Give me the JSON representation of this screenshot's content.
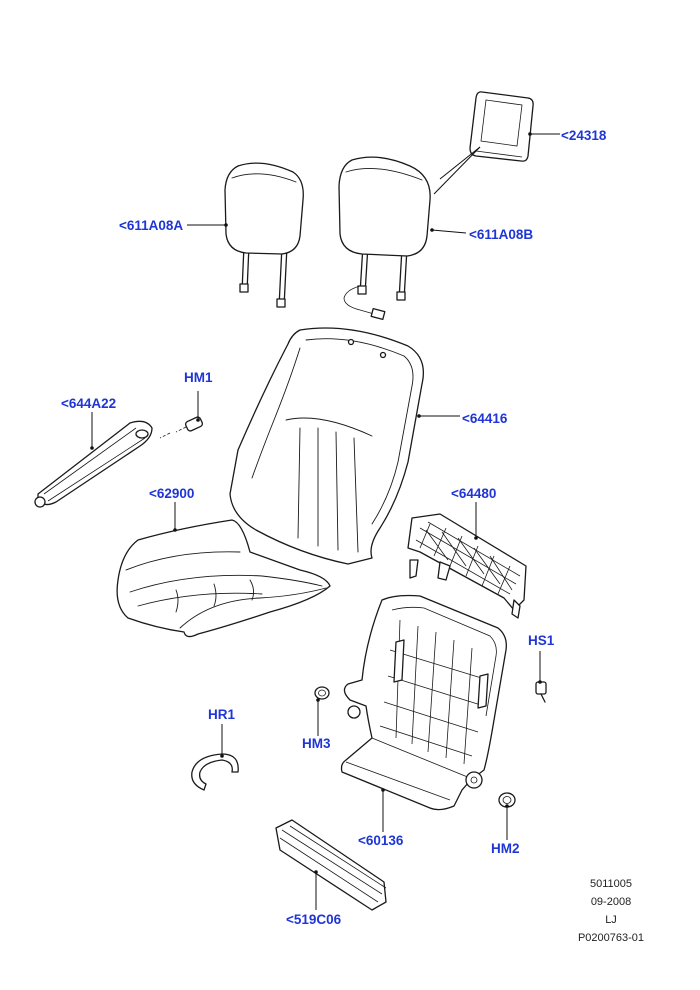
{
  "callouts": {
    "c24318": "<24318",
    "c611A08A": "<611A08A",
    "c611A08B": "<611A08B",
    "cHM1": "HM1",
    "c644A22": "<644A22",
    "c64416": "<64416",
    "c62900": "<62900",
    "c64480": "<64480",
    "cHS1": "HS1",
    "cHR1": "HR1",
    "cHM3": "HM3",
    "c60136": "<60136",
    "cHM2": "HM2",
    "c519C06": "<519C06"
  },
  "meta": {
    "ref": "5011005",
    "date": "09-2008",
    "initials": "LJ",
    "drawing_no": "P0200763-01"
  },
  "colors": {
    "callout": "#1f35d6",
    "line": "#1a1a1a"
  }
}
